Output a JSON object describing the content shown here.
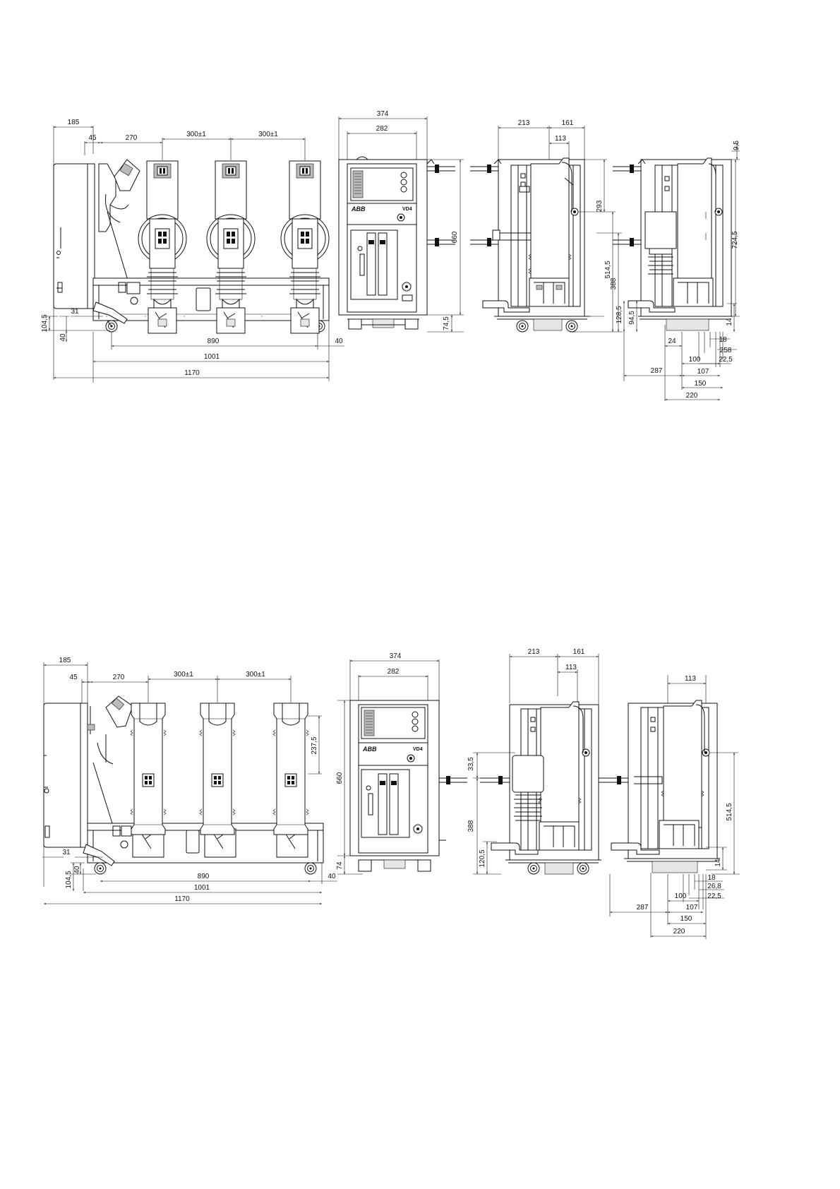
{
  "view1": {
    "front": {
      "d185": "185",
      "d45": "45",
      "d270": "270",
      "d300a": "300±1",
      "d300b": "300±1",
      "d104": "104,5",
      "d31": "31",
      "d40": "40",
      "d890": "890",
      "d40r": "40",
      "d1001": "1001",
      "d1170": "1170"
    },
    "panel": {
      "d374": "374",
      "d282": "282",
      "d660": "660",
      "d745": "74,5",
      "brand": "ABB",
      "model": "VD4"
    },
    "side": {
      "d213": "213",
      "d161": "161",
      "d113": "113",
      "d293": "293",
      "d5145": "514,5",
      "d388": "388",
      "d1285": "128,5"
    },
    "side2": {
      "d95": "9,5",
      "d7245": "724,5",
      "d945": "94,5",
      "d14": "14",
      "d18": "18",
      "d24": "24",
      "d258": "258",
      "d100": "100",
      "d225": "22,5",
      "d287": "287",
      "d107": "107",
      "d150": "150",
      "d220": "220"
    }
  },
  "view2": {
    "front": {
      "d185": "185",
      "d45": "45",
      "d270": "270",
      "d300a": "300±1",
      "d300b": "300±1",
      "d2375": "237,5",
      "d31": "31",
      "d104": "104,5",
      "d40": "40",
      "d890": "890",
      "d40r": "40",
      "d1001": "1001",
      "d1170": "1170"
    },
    "panel": {
      "d374": "374",
      "d282": "282",
      "d660": "660",
      "d74": "74",
      "brand": "ABB",
      "model": "VD4"
    },
    "side": {
      "d213": "213",
      "d161": "161",
      "d113": "113",
      "d335": "33,5",
      "d388": "388",
      "d1205": "120,5"
    },
    "side2": {
      "d113": "113",
      "d5145": "514,5",
      "d14": "14",
      "d18": "18",
      "d268": "26,8",
      "d100": "100",
      "d225": "22,5",
      "d287": "287",
      "d107": "107",
      "d150": "150",
      "d220": "220"
    }
  }
}
